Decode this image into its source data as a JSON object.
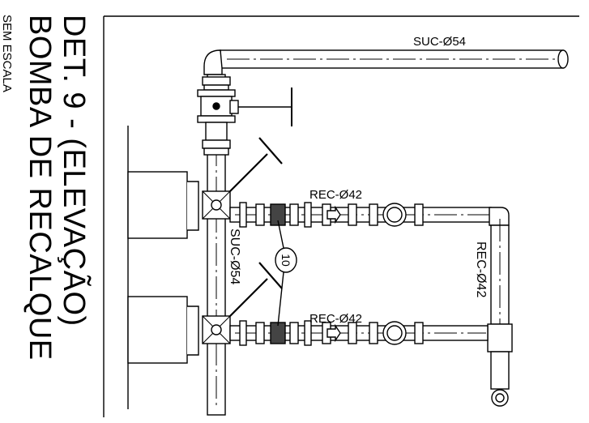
{
  "title": {
    "line1": "DET. 9 - (ELEVAÇÃO)",
    "line2": "BOMBA DE RECALQUE",
    "scale": "SEM ESCALA"
  },
  "labels": {
    "suction_top": "SUC-Ø54",
    "suction_vertical": "SUC-Ø54",
    "discharge_upper": "REC-Ø42",
    "discharge_lower": "REC-Ø42",
    "discharge_vertical": "REC-Ø42",
    "callout_number": "10"
  }
}
